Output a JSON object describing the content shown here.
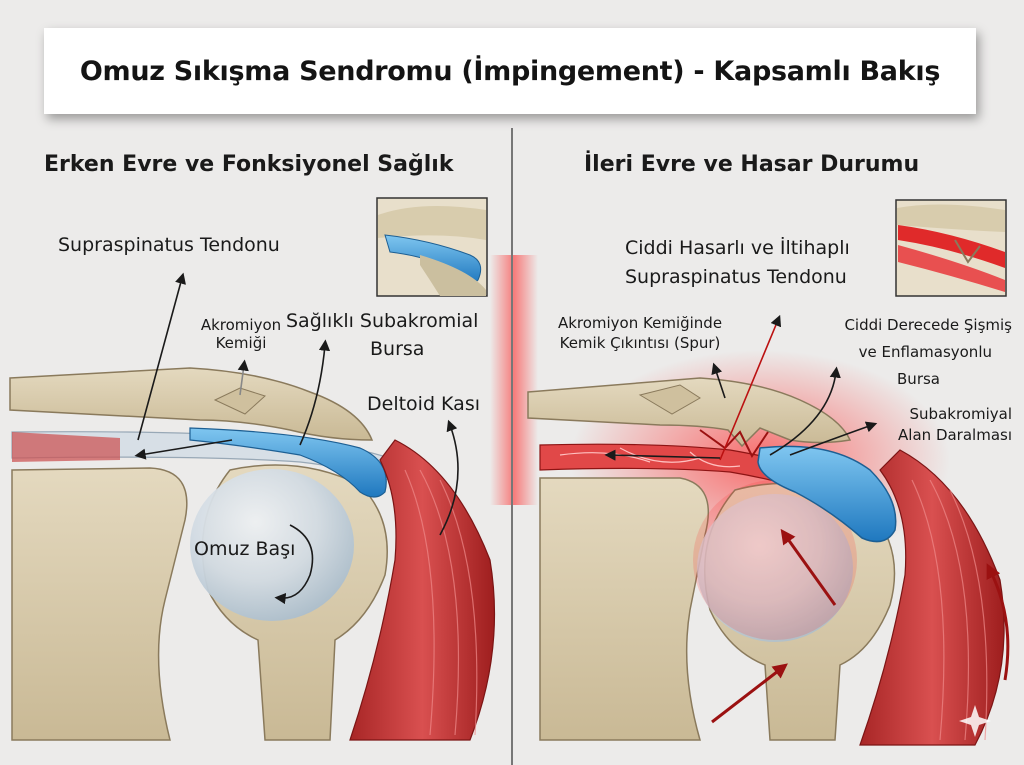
{
  "title": "Omuz Sıkışma Sendromu (İmpingement) - Kapsamlı Bakış",
  "left_panel": {
    "heading": "Erken Evre ve Fonksiyonel Sağlık",
    "labels": {
      "supraspinatus": "Supraspinatus Tendonu",
      "acromion_1": "Akromiyon",
      "acromion_2": "Kemiği",
      "bursa_1": "Sağlıklı Subakromial",
      "bursa_2": "Bursa",
      "deltoid": "Deltoid Kası",
      "humeral_head": "Omuz Başı"
    }
  },
  "right_panel": {
    "heading": "İleri Evre ve Hasar Durumu",
    "labels": {
      "tendon_1": "Ciddi Hasarlı ve İltihaplı",
      "tendon_2": "Supraspinatus Tendonu",
      "spur_1": "Akromiyon Kemiğinde",
      "spur_2": "Kemik Çıkıntısı (Spur)",
      "bursa_1": "Ciddi Derecede Şişmiş",
      "bursa_2": "ve Enflamasyonlu",
      "bursa_3": "Bursa",
      "space_1": "Subakromiyal",
      "space_2": "Alan Daralması"
    }
  },
  "colors": {
    "bone": "#d9ccae",
    "bone_dark": "#b9a884",
    "bursa": "#3d9ed8",
    "muscle": "#c43a3a",
    "inflamed": "#e02a2a",
    "background": "#ecebea"
  }
}
